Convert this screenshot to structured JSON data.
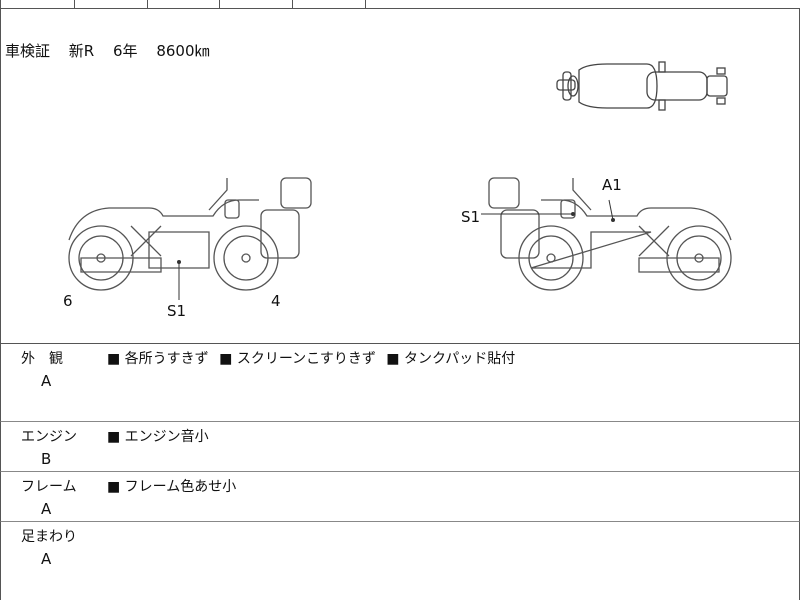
{
  "inspection": {
    "prefix": "車検証",
    "status": "新R",
    "age": "6年",
    "mileage": "8600㎞"
  },
  "markers": {
    "left_rear": "6",
    "left_front": "4",
    "left_s1": "S1",
    "right_a1": "A1",
    "right_s1": "S1"
  },
  "rows": [
    {
      "category": "外　観",
      "grade": "A",
      "notes": [
        "■ 各所うすきず",
        "■ スクリーンこすりきず",
        "■ タンクパッド貼付"
      ]
    },
    {
      "category": "エンジン",
      "grade": "B",
      "notes": [
        "■ エンジン音小"
      ]
    },
    {
      "category": "フレーム",
      "grade": "A",
      "notes": [
        "■ フレーム色あせ小"
      ]
    },
    {
      "category": "足まわり",
      "grade": "A",
      "notes": []
    }
  ]
}
